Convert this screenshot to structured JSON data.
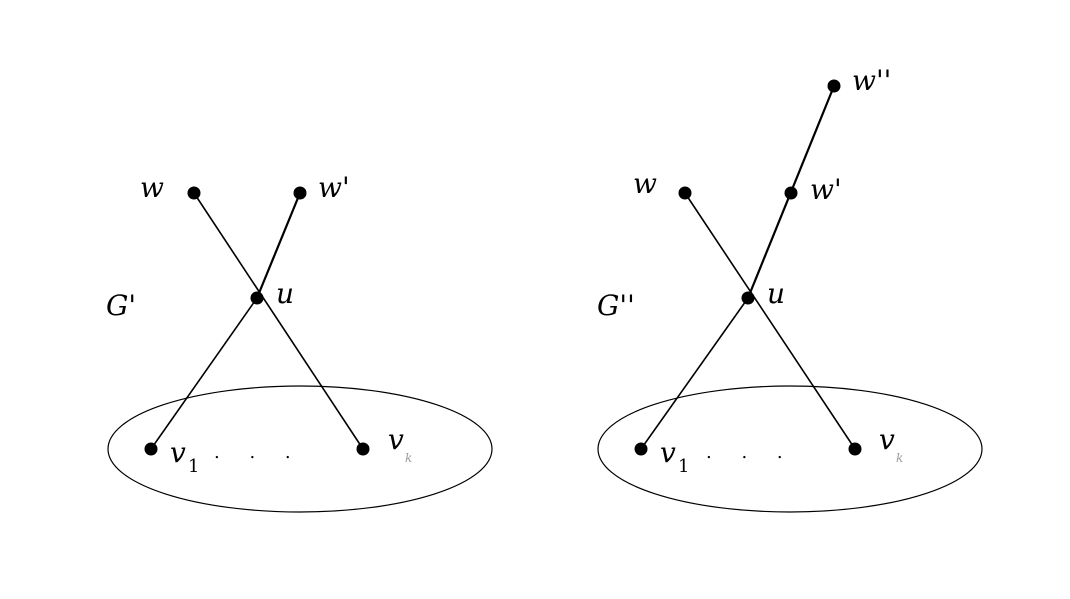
{
  "colors": {
    "stroke": "#000000",
    "faint_subscript": "#9a9a9a",
    "background": "#ffffff"
  },
  "left_graph": {
    "graph_label": "G'",
    "w": "w",
    "w_prime": "w'",
    "u": "u",
    "v1": "v",
    "v1_sub": "1",
    "vk": "v",
    "vk_sub": "k",
    "dots": ". . ."
  },
  "right_graph": {
    "graph_label": "G''",
    "w": "w",
    "w_prime": "w'",
    "w_double_prime": "w''",
    "u": "u",
    "v1": "v",
    "v1_sub": "1",
    "vk": "v",
    "vk_sub": "k",
    "dots": ". . ."
  }
}
